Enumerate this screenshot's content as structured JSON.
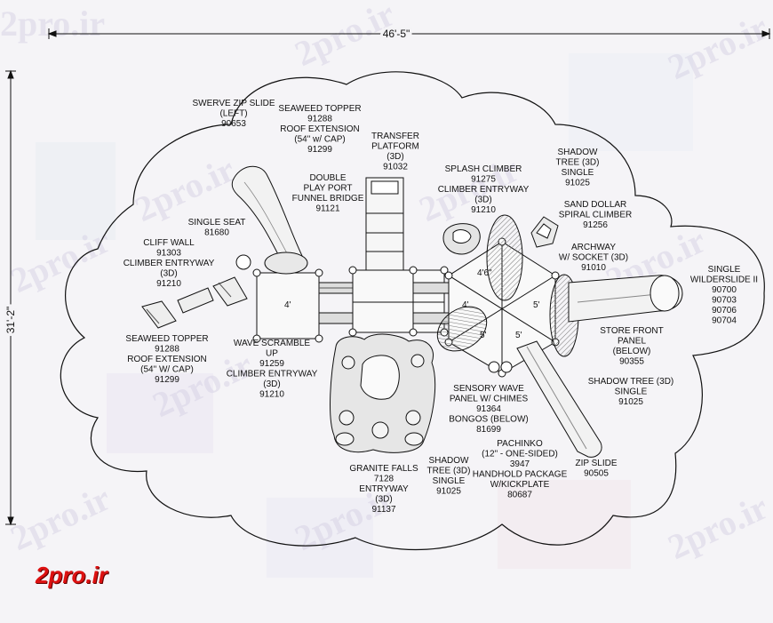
{
  "watermark": {
    "text": "2pro.ir"
  },
  "brand": {
    "text": "2pro.ir"
  },
  "dimensions": {
    "width": "46'-5\"",
    "height": "31'-2\""
  },
  "deck_heights": {
    "left": "4'",
    "hex_top": "4'6\"",
    "hex_left": "4'",
    "hex_right": "5'",
    "hex_bottom_left": "5'",
    "hex_bottom_right": "5'"
  },
  "labels": [
    {
      "name": "swerve-zip-slide-label",
      "lines": [
        "SWERVE ZIP SLIDE",
        "(LEFT)",
        "90653"
      ]
    },
    {
      "name": "seaweed-topper-top-label",
      "lines": [
        "SEAWEED TOPPER",
        "91288",
        "ROOF EXTENSION",
        "(54\" w/ CAP)",
        "91299"
      ]
    },
    {
      "name": "transfer-platform-label",
      "lines": [
        "TRANSFER",
        "PLATFORM",
        "(3D)",
        "91032"
      ]
    },
    {
      "name": "double-play-port-label",
      "lines": [
        "DOUBLE",
        "PLAY PORT",
        "FUNNEL BRIDGE",
        "91121"
      ]
    },
    {
      "name": "single-seat-label",
      "lines": [
        "SINGLE SEAT",
        "81680"
      ]
    },
    {
      "name": "cliff-wall-label",
      "lines": [
        "CLIFF WALL",
        "91303",
        "CLIMBER ENTRYWAY",
        "(3D)",
        "91210"
      ]
    },
    {
      "name": "seaweed-topper-bottom-label",
      "lines": [
        "SEAWEED TOPPER",
        "91288",
        "ROOF EXTENSION",
        "(54\" W/ CAP)",
        "91299"
      ]
    },
    {
      "name": "wave-scramble-label",
      "lines": [
        "WAVE SCRAMBLE",
        "UP",
        "91259",
        "CLIMBER ENTRYWAY",
        "(3D)",
        "91210"
      ]
    },
    {
      "name": "splash-climber-label",
      "lines": [
        "SPLASH CLIMBER",
        "91275",
        "CLIMBER ENTRYWAY",
        "(3D)",
        "91210"
      ]
    },
    {
      "name": "shadow-tree-top-label",
      "lines": [
        "SHADOW",
        "TREE (3D)",
        "SINGLE",
        "91025"
      ]
    },
    {
      "name": "sand-dollar-label",
      "lines": [
        "SAND DOLLAR",
        "SPIRAL CLIMBER",
        "91256"
      ]
    },
    {
      "name": "archway-label",
      "lines": [
        "ARCHWAY",
        "W/ SOCKET (3D)",
        "91010"
      ]
    },
    {
      "name": "wilderslide-label",
      "lines": [
        "SINGLE",
        "WILDERSLIDE II",
        "90700",
        "90703",
        "90706",
        "90704"
      ]
    },
    {
      "name": "store-front-panel-label",
      "lines": [
        "STORE FRONT",
        "PANEL",
        "(BELOW)",
        "90355"
      ]
    },
    {
      "name": "shadow-tree-right-label",
      "lines": [
        "SHADOW TREE (3D)",
        "SINGLE",
        "91025"
      ]
    },
    {
      "name": "sensory-wave-panel-label",
      "lines": [
        "SENSORY WAVE",
        "PANEL W/ CHIMES",
        "91364",
        "BONGOS (BELOW)",
        "81699"
      ]
    },
    {
      "name": "pachinko-label",
      "lines": [
        "PACHINKO",
        "(12\" - ONE-SIDED)",
        "3947",
        "HANDHOLD PACKAGE",
        "W/KICKPLATE",
        "80687"
      ]
    },
    {
      "name": "zip-slide-label",
      "lines": [
        "ZIP SLIDE",
        "90505"
      ]
    },
    {
      "name": "shadow-tree-bottom-label",
      "lines": [
        "SHADOW",
        "TREE (3D)",
        "SINGLE",
        "91025"
      ]
    },
    {
      "name": "granite-falls-label",
      "lines": [
        "GRANITE FALLS",
        "7128",
        "ENTRYWAY",
        "(3D)",
        "91137"
      ]
    }
  ]
}
